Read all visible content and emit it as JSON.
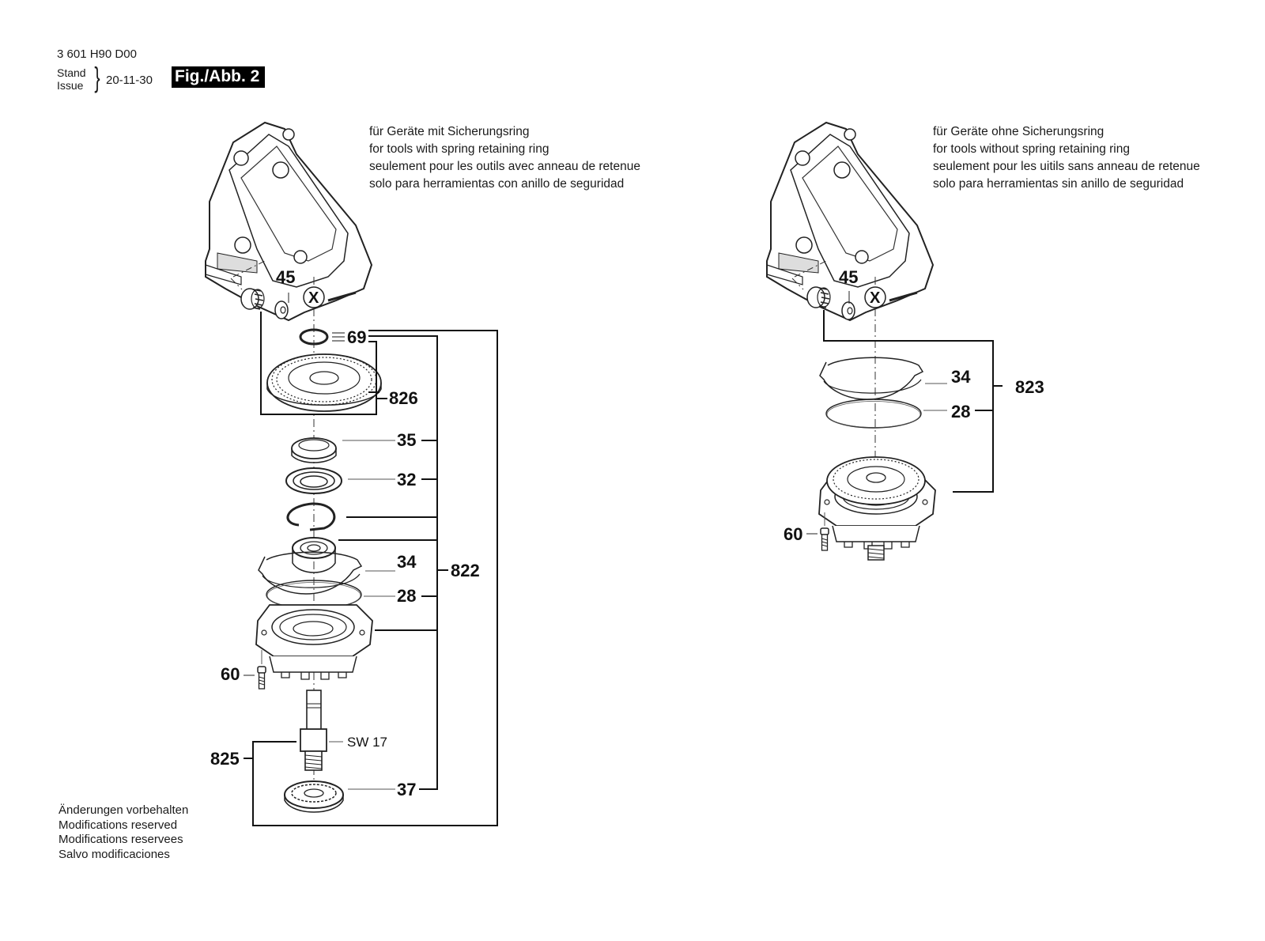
{
  "header": {
    "part_number": "3 601 H90 D00",
    "stand_label": "Stand",
    "issue_label": "Issue",
    "date": "20-11-30",
    "figure_label": "Fig./Abb. 2"
  },
  "notes": {
    "left": [
      "für Geräte mit Sicherungsring",
      "for tools with spring retaining ring",
      "seulement pour les outils avec anneau de retenue",
      "solo para herramientas con anillo de seguridad"
    ],
    "right": [
      "für Geräte ohne Sicherungsring",
      "for tools without spring retaining ring",
      "seulement pour les uitils sans anneau de retenue",
      "solo para herramientas sin anillo de seguridad"
    ]
  },
  "left_assembly": {
    "marker": "X",
    "labels": {
      "p45": "45",
      "p69": "69",
      "p826": "826",
      "p35": "35",
      "p32": "32",
      "p34": "34",
      "p822": "822",
      "p28": "28",
      "p60": "60",
      "sw": "SW 17",
      "p825": "825",
      "p37": "37"
    }
  },
  "right_assembly": {
    "marker": "X",
    "labels": {
      "p45": "45",
      "p34": "34",
      "p823": "823",
      "p28": "28",
      "p60": "60"
    }
  },
  "footer": [
    "Änderungen vorbehalten",
    "Modifications reserved",
    "Modifications reservees",
    "Salvo modificaciones"
  ]
}
